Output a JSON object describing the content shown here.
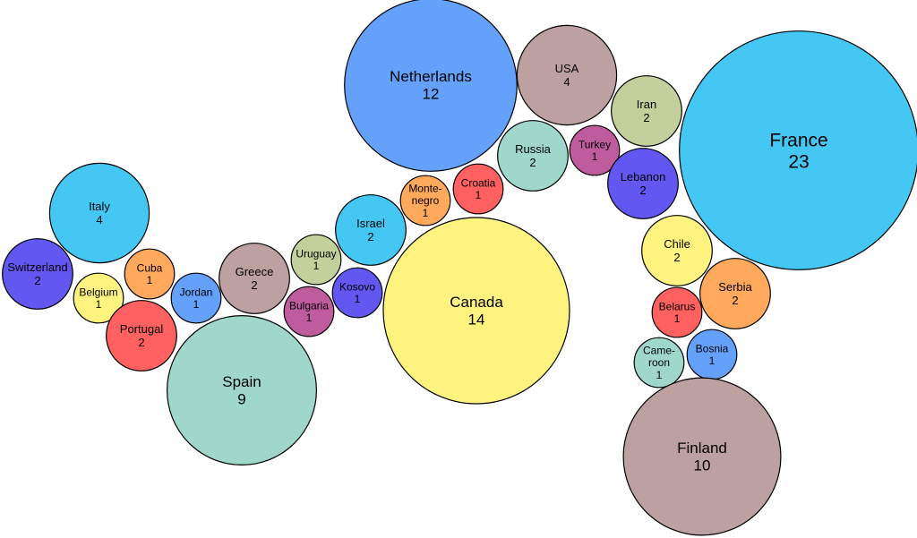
{
  "palette": {
    "blue": "#63A1FB",
    "brown": "#BDA0A0",
    "green": "#C3D09B",
    "cyan": "#44C8F3",
    "purple": "#BE5C9D",
    "teal": "#9FD8CA",
    "red": "#FF6161",
    "indigo": "#6357F2",
    "orange": "#FFA95C",
    "yellow": "#FFF380"
  },
  "chart_data": {
    "type": "bubble",
    "items": [
      {
        "name": "Netherlands",
        "value": 12,
        "color": "blue"
      },
      {
        "name": "USA",
        "value": 4,
        "color": "brown"
      },
      {
        "name": "Iran",
        "value": 2,
        "color": "green"
      },
      {
        "name": "France",
        "value": 23,
        "color": "cyan"
      },
      {
        "name": "Turkey",
        "value": 1,
        "color": "purple"
      },
      {
        "name": "Russia",
        "value": 2,
        "color": "teal"
      },
      {
        "name": "Croatia",
        "value": 1,
        "color": "red"
      },
      {
        "name": "Monte-\nnegro",
        "value": 1,
        "color": "orange"
      },
      {
        "name": "Lebanon",
        "value": 2,
        "color": "indigo"
      },
      {
        "name": "Israel",
        "value": 2,
        "color": "cyan"
      },
      {
        "name": "Canada",
        "value": 14,
        "color": "yellow"
      },
      {
        "name": "Chile",
        "value": 2,
        "color": "yellow"
      },
      {
        "name": "Uruguay",
        "value": 1,
        "color": "green"
      },
      {
        "name": "Serbia",
        "value": 2,
        "color": "orange"
      },
      {
        "name": "Greece",
        "value": 2,
        "color": "brown"
      },
      {
        "name": "Kosovo",
        "value": 1,
        "color": "indigo"
      },
      {
        "name": "Bulgaria",
        "value": 1,
        "color": "purple"
      },
      {
        "name": "Belarus",
        "value": 1,
        "color": "red"
      },
      {
        "name": "Bosnia",
        "value": 1,
        "color": "blue"
      },
      {
        "name": "Came-\nroon",
        "value": 1,
        "color": "teal"
      },
      {
        "name": "Finland",
        "value": 10,
        "color": "brown"
      },
      {
        "name": "Italy",
        "value": 4,
        "color": "cyan"
      },
      {
        "name": "Switzerland",
        "value": 2,
        "color": "indigo"
      },
      {
        "name": "Cuba",
        "value": 1,
        "color": "orange"
      },
      {
        "name": "Belgium",
        "value": 1,
        "color": "yellow"
      },
      {
        "name": "Jordan",
        "value": 1,
        "color": "blue"
      },
      {
        "name": "Portugal",
        "value": 2,
        "color": "red"
      },
      {
        "name": "Spain",
        "value": 9,
        "color": "teal"
      }
    ]
  }
}
